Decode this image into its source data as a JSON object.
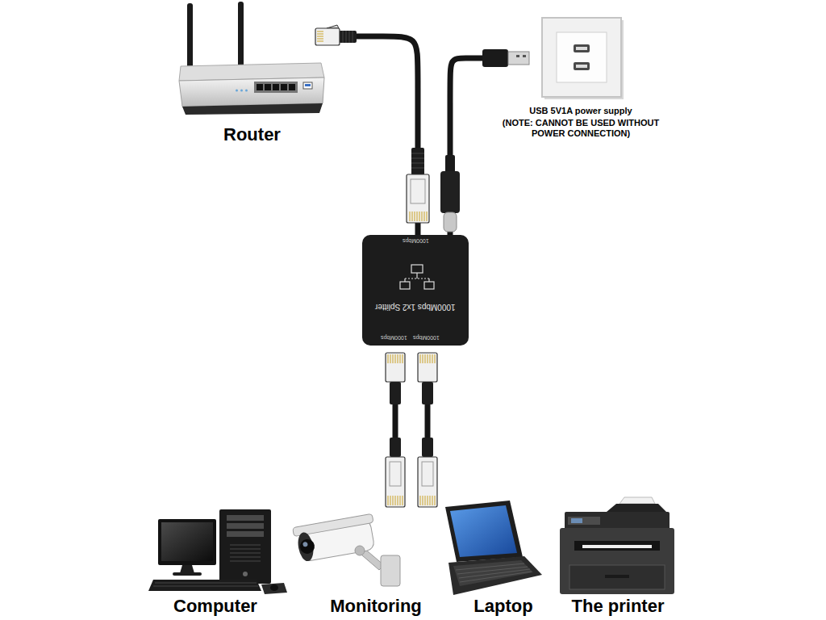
{
  "diagram": {
    "nodes": [
      {
        "text": [
          "Router"
        ]
      },
      {
        "text": [
          "USB 5V1A power supply",
          "(NOTE: CANNOT BE USED WITHOUT POWER CONNECTION)"
        ]
      },
      {
        "text": [
          "1000Mbps",
          "1000Mbps 1x2 Splitter",
          "1000Mbps",
          "1000Mbps"
        ]
      },
      {
        "text": [
          "Computer"
        ]
      },
      {
        "text": [
          "Monitoring"
        ]
      },
      {
        "text": [
          "Laptop"
        ]
      },
      {
        "text": [
          "The printer"
        ]
      }
    ],
    "edges": [
      {
        "from": 0,
        "to": 2,
        "arrow": "none"
      },
      {
        "from": 1,
        "to": 2,
        "arrow": "none"
      }
    ]
  }
}
